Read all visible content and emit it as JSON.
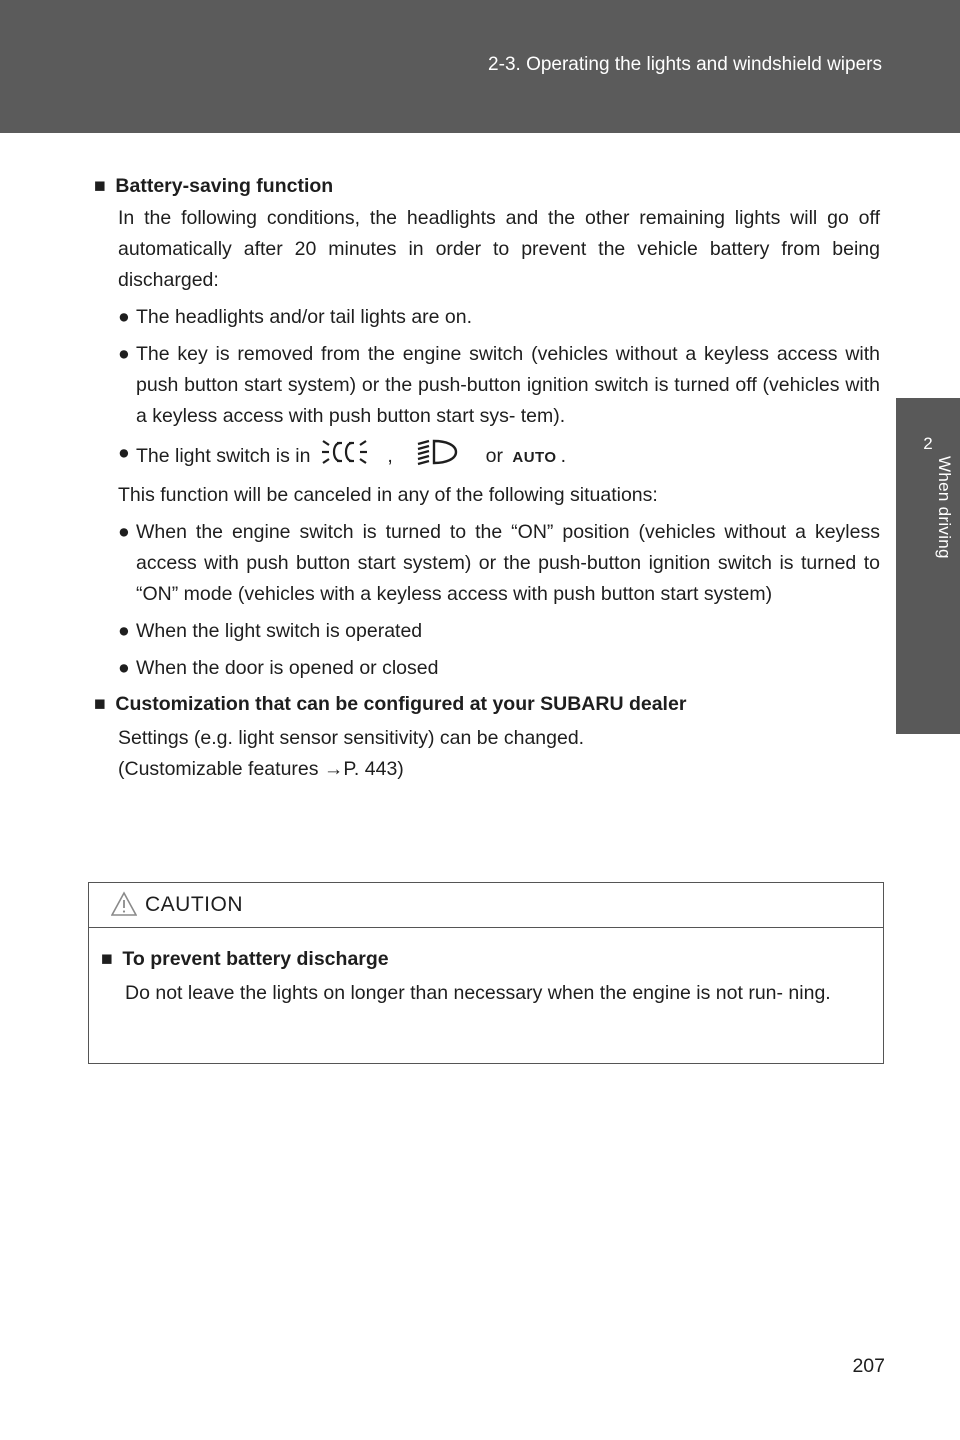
{
  "header": {
    "title": "2-3. Operating the lights and windshield wipers"
  },
  "side_tab": {
    "number": "2",
    "label": "When driving"
  },
  "sections": {
    "battery": {
      "square": "■",
      "heading": "Battery-saving function",
      "intro": "In the following conditions, the headlights and the other remaining lights will go off automatically after 20 minutes in order to prevent the vehicle battery from being discharged:",
      "bullet1": "The headlights and/or tail lights are on.",
      "bullet2": "The key is removed from the engine switch (vehicles without a keyless access with push button start system) or the push-button ignition switch is turned off (vehicles with a keyless access with push button start sys- tem).",
      "bullet3_prefix": "The light switch is in",
      "bullet3_comma": ",",
      "bullet3_or": "or",
      "bullet3_auto": "AUTO",
      "bullet3_end": ".",
      "cancel_intro": "This function will be canceled in any of the following situations:",
      "cancel1": "When the engine switch is turned to the “ON” position (vehicles without a keyless access with push button start system) or the push-button ignition switch is turned to “ON” mode (vehicles with a keyless access with push button start system)",
      "cancel2": "When the light switch is operated",
      "cancel3": "When the door is opened or closed"
    },
    "custom": {
      "square": "■",
      "heading": "Customization that can be configured at your SUBARU dealer",
      "line1": "Settings (e.g. light sensor sensitivity) can be changed.",
      "line2": "(Customizable features →P. 443)"
    }
  },
  "bullet_char": "●",
  "icons": [
    "headlight-low-beam-icon",
    "tail-light-icon",
    "caution-triangle-icon"
  ],
  "caution": {
    "title": "CAUTION",
    "square": "■",
    "heading": "To prevent battery discharge",
    "text": "Do not leave the lights on longer than necessary when the engine is not run- ning."
  },
  "page_number": "207"
}
